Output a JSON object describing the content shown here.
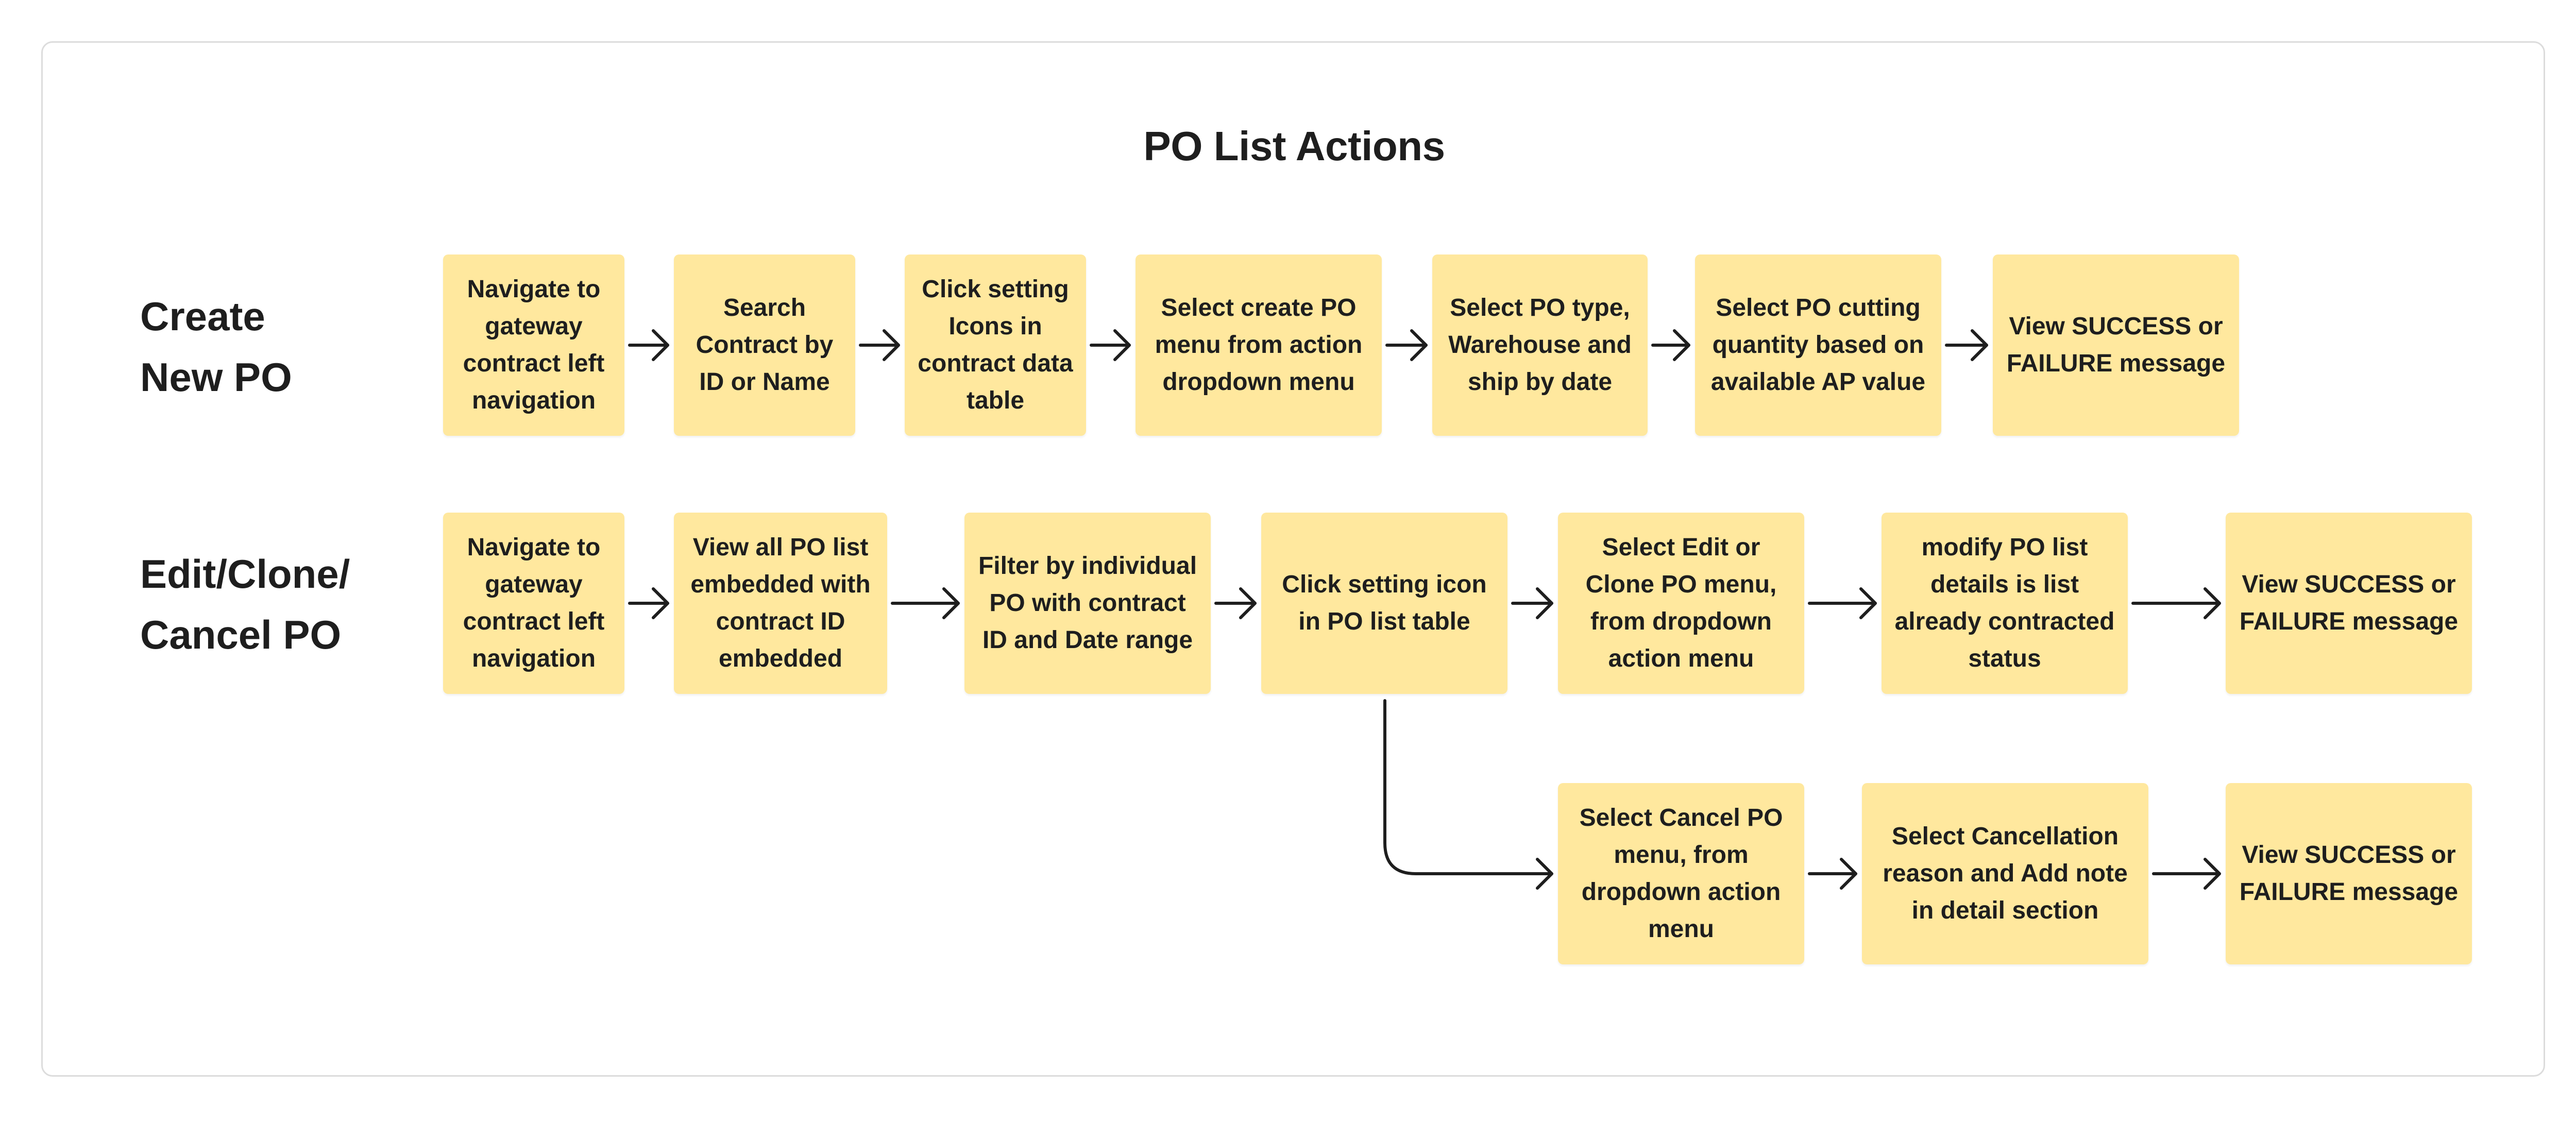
{
  "title": "PO List Actions",
  "rows": {
    "create": {
      "label": "Create\nNew PO",
      "steps": [
        "Navigate to gateway contract left navigation",
        "Search Contract by ID or Name",
        "Click setting Icons in contract data table",
        "Select create PO menu from action dropdown menu",
        "Select PO type, Warehouse and ship by date",
        "Select PO cutting quantity based on available AP value",
        "View SUCCESS or FAILURE message"
      ]
    },
    "edit": {
      "label": "Edit/Clone/\nCancel PO",
      "steps": [
        "Navigate to gateway contract left navigation",
        "View all PO list embedded with contract ID embedded",
        "Filter by individual PO with contract ID  and Date range",
        "Click setting icon in PO list table",
        "Select Edit or Clone PO menu, from dropdown action menu",
        "modify PO list details is list already contracted status",
        "View SUCCESS or FAILURE message"
      ]
    },
    "cancel": {
      "steps": [
        "Select Cancel PO menu, from dropdown action menu",
        "Select Cancellation reason and Add note in detail section",
        "View SUCCESS or FAILURE message"
      ]
    }
  },
  "colors": {
    "box": "#ffe89e",
    "text": "#1e1e1e",
    "arrow": "#1e1e1e",
    "frame_border": "#dcdcdc"
  }
}
